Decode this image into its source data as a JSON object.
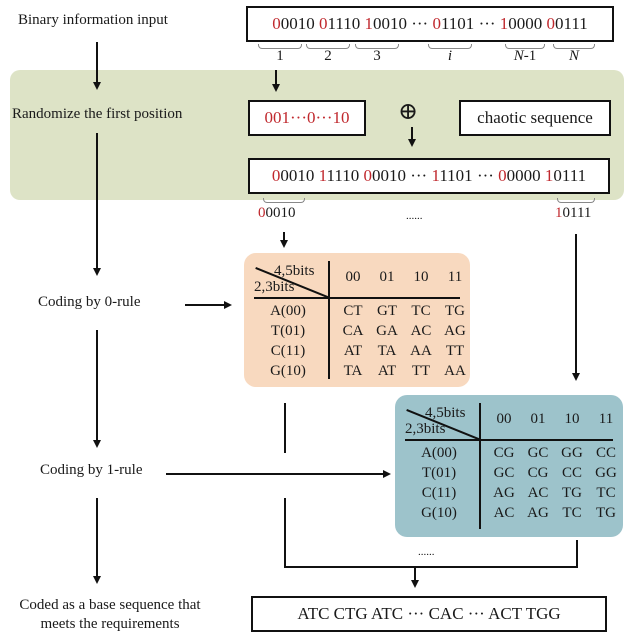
{
  "steps": {
    "input": "Binary information input",
    "randomize": "Randomize the first position",
    "rule0": "Coding by 0-rule",
    "rule1": "Coding by  1-rule",
    "output_line1": "Coded as a base sequence that",
    "output_line2": "meets the requirements"
  },
  "input_sequence": {
    "groups": [
      {
        "first": "0",
        "rest": "0010"
      },
      {
        "first": "0",
        "rest": "1110"
      },
      {
        "first": "1",
        "rest": "0010"
      },
      {
        "sep": "···"
      },
      {
        "first": "0",
        "rest": "1101"
      },
      {
        "sep": "···"
      },
      {
        "first": "1",
        "rest": "0000"
      },
      {
        "first": "0",
        "rest": "0111"
      }
    ],
    "indices": [
      "1",
      "2",
      "3",
      "i",
      "N-1",
      "N"
    ]
  },
  "first_bits_box": {
    "text": "001···0···10"
  },
  "xor_symbol": "⊕",
  "chaotic_box": {
    "text": "chaotic sequence"
  },
  "randomized_sequence": {
    "groups": [
      {
        "first": "0",
        "rest": "0010"
      },
      {
        "first": "1",
        "rest": "1110"
      },
      {
        "first": "0",
        "rest": "0010"
      },
      {
        "sep": "···"
      },
      {
        "first": "1",
        "rest": "1101"
      },
      {
        "sep": "···"
      },
      {
        "first": "0",
        "rest": "0000"
      },
      {
        "first": "1",
        "rest": "0111"
      }
    ]
  },
  "split": {
    "left": {
      "first": "0",
      "rest": "0010"
    },
    "middle": "......",
    "right": {
      "first": "1",
      "rest": "0111"
    }
  },
  "rule0_table": {
    "corner_top": "4,5bits",
    "corner_bottom": "2,3bits",
    "columns": [
      "00",
      "01",
      "10",
      "11"
    ],
    "rows": [
      {
        "label": "A(00)",
        "cells": [
          "CT",
          "GT",
          "TC",
          "TG"
        ]
      },
      {
        "label": "T(01)",
        "cells": [
          "CA",
          "GA",
          "AC",
          "AG"
        ]
      },
      {
        "label": "C(11)",
        "cells": [
          "AT",
          "TA",
          "AA",
          "TT"
        ]
      },
      {
        "label": "G(10)",
        "cells": [
          "TA",
          "AT",
          "TT",
          "AA"
        ]
      }
    ],
    "bg_color": "#f8d9bf"
  },
  "rule1_table": {
    "corner_top": "4,5bits",
    "corner_bottom": "2,3bits",
    "columns": [
      "00",
      "01",
      "10",
      "11"
    ],
    "rows": [
      {
        "label": "A(00)",
        "cells": [
          "CG",
          "GC",
          "GG",
          "CC"
        ]
      },
      {
        "label": "T(01)",
        "cells": [
          "GC",
          "CG",
          "CC",
          "GG"
        ]
      },
      {
        "label": "C(11)",
        "cells": [
          "AG",
          "AC",
          "TG",
          "TC"
        ]
      },
      {
        "label": "G(10)",
        "cells": [
          "AC",
          "AG",
          "TC",
          "TG"
        ]
      }
    ],
    "bg_color": "#9dc3cb"
  },
  "merge_dots": "......",
  "output_box": {
    "text": "ATC CTG ATC ··· CAC ··· ACT TGG"
  },
  "colors": {
    "highlight_red": "#c0282d",
    "green_panel": "#dde3c6"
  }
}
